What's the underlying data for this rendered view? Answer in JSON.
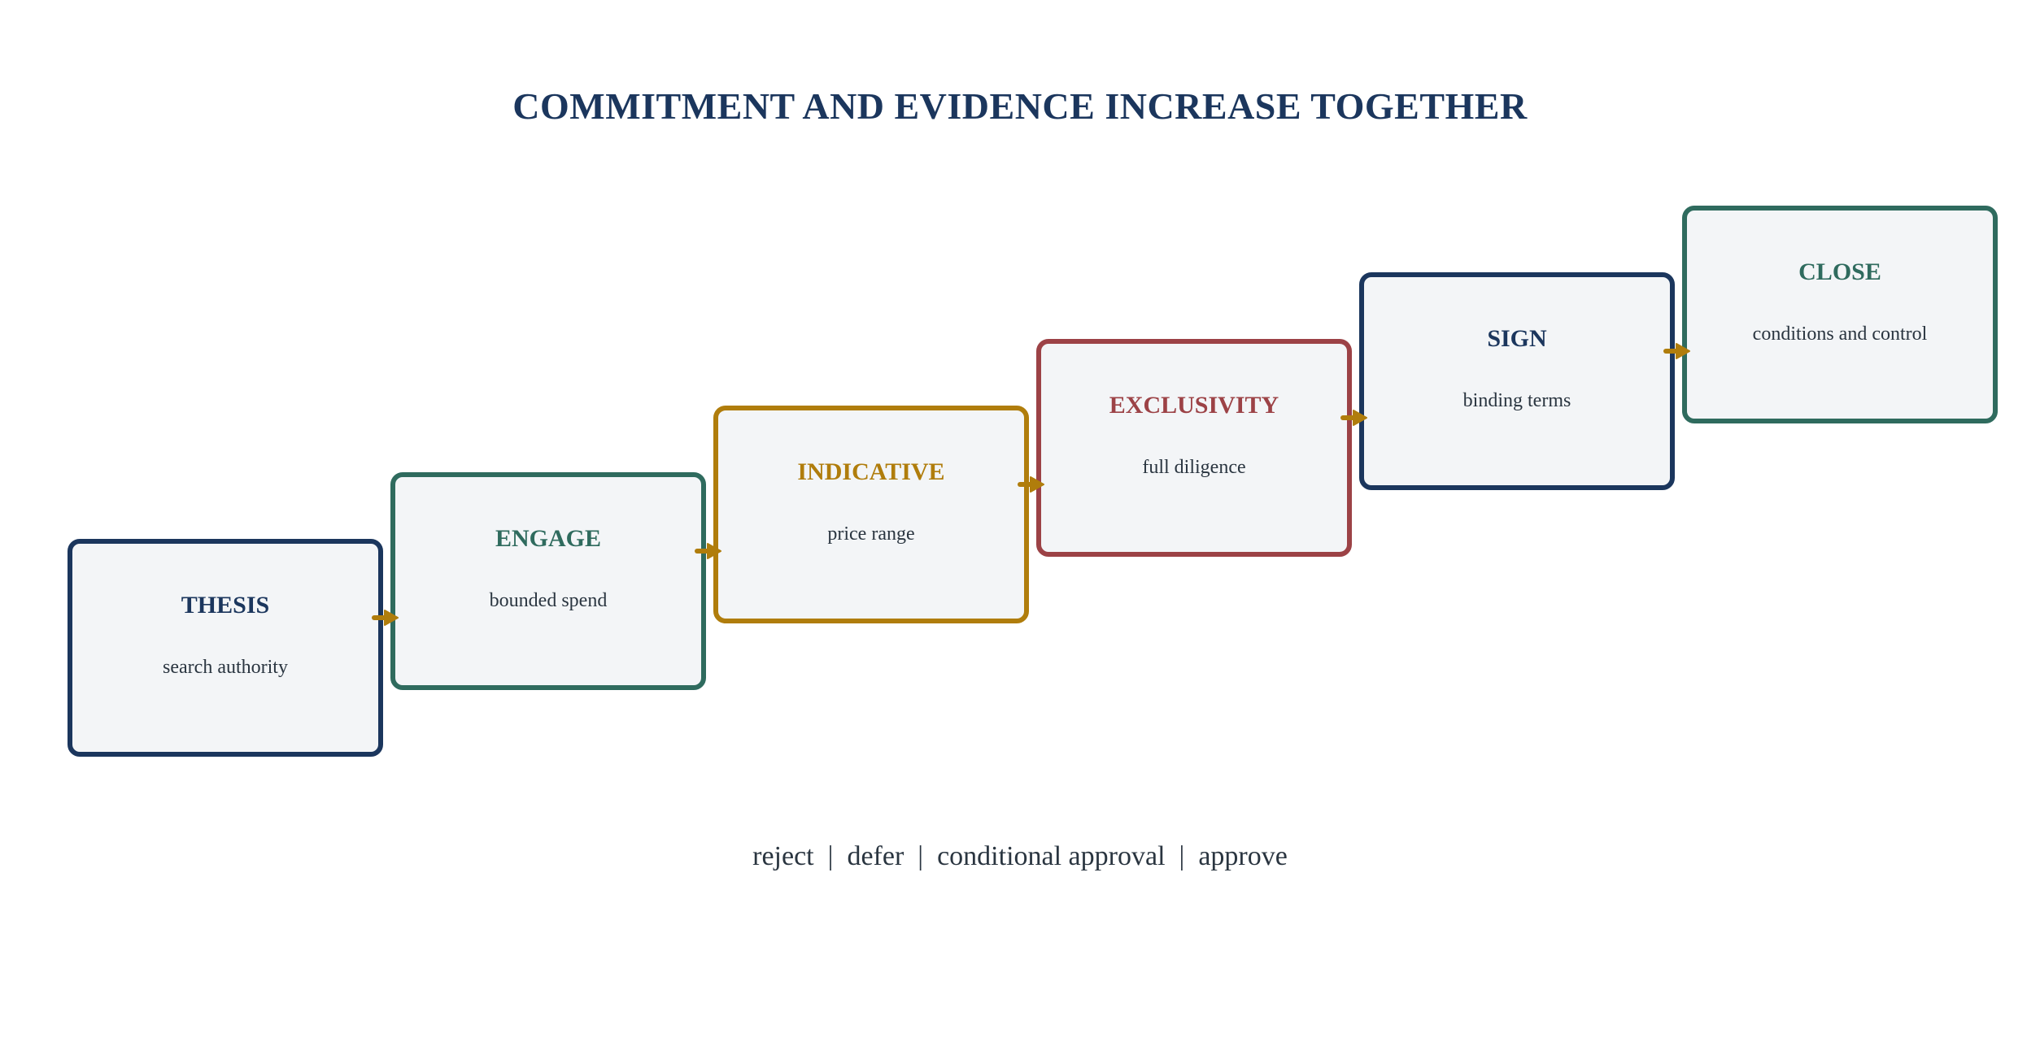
{
  "title": "COMMITMENT AND EVIDENCE INCREASE TOGETHER",
  "steps": [
    {
      "label": "THESIS",
      "description": "search authority",
      "color": "#1b365d"
    },
    {
      "label": "ENGAGE",
      "description": "bounded spend",
      "color": "#2f6b5e"
    },
    {
      "label": "INDICATIVE",
      "description": "price range",
      "color": "#b07d0c"
    },
    {
      "label": "EXCLUSIVITY",
      "description": "full diligence",
      "color": "#9c4246"
    },
    {
      "label": "SIGN",
      "description": "binding terms",
      "color": "#1b365d"
    },
    {
      "label": "CLOSE",
      "description": "conditions and control",
      "color": "#2f6b5e"
    }
  ],
  "decision_options": [
    "reject",
    "defer",
    "conditional approval",
    "approve"
  ],
  "colors": {
    "title": "#1b365d",
    "box_fill": "#f3f5f7",
    "arrow": "#b07d0c",
    "description_text": "#2a3540",
    "footer_text": "#2a3540"
  }
}
